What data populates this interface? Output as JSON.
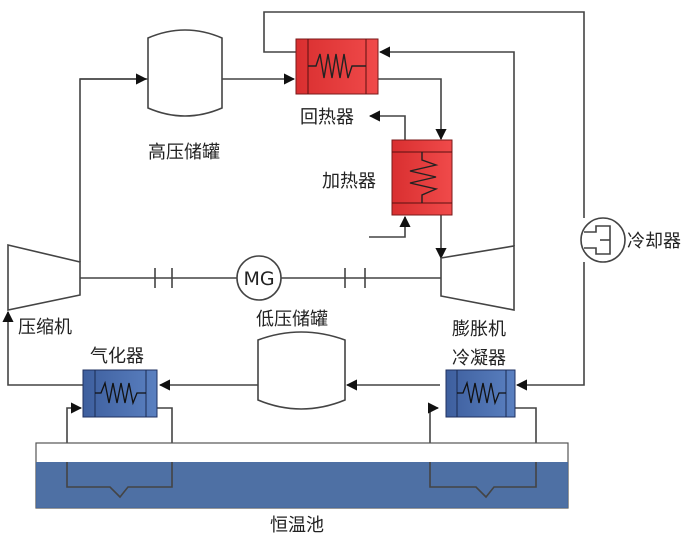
{
  "labels": {
    "high_pressure_tank": "高压储罐",
    "recuperator": "回热器",
    "heater": "加热器",
    "motor_generator": "MG",
    "cooler": "冷却器",
    "compressor": "压缩机",
    "low_pressure_tank": "低压储罐",
    "expander": "膨胀机",
    "condenser": "冷凝器",
    "vaporizer": "气化器",
    "thermostatic_pool": "恒温池"
  },
  "colors": {
    "hot_exchanger": "#e8393a",
    "cold_exchanger": "#4a6fb0",
    "pool_water": "#45689f",
    "line": "#444444"
  }
}
